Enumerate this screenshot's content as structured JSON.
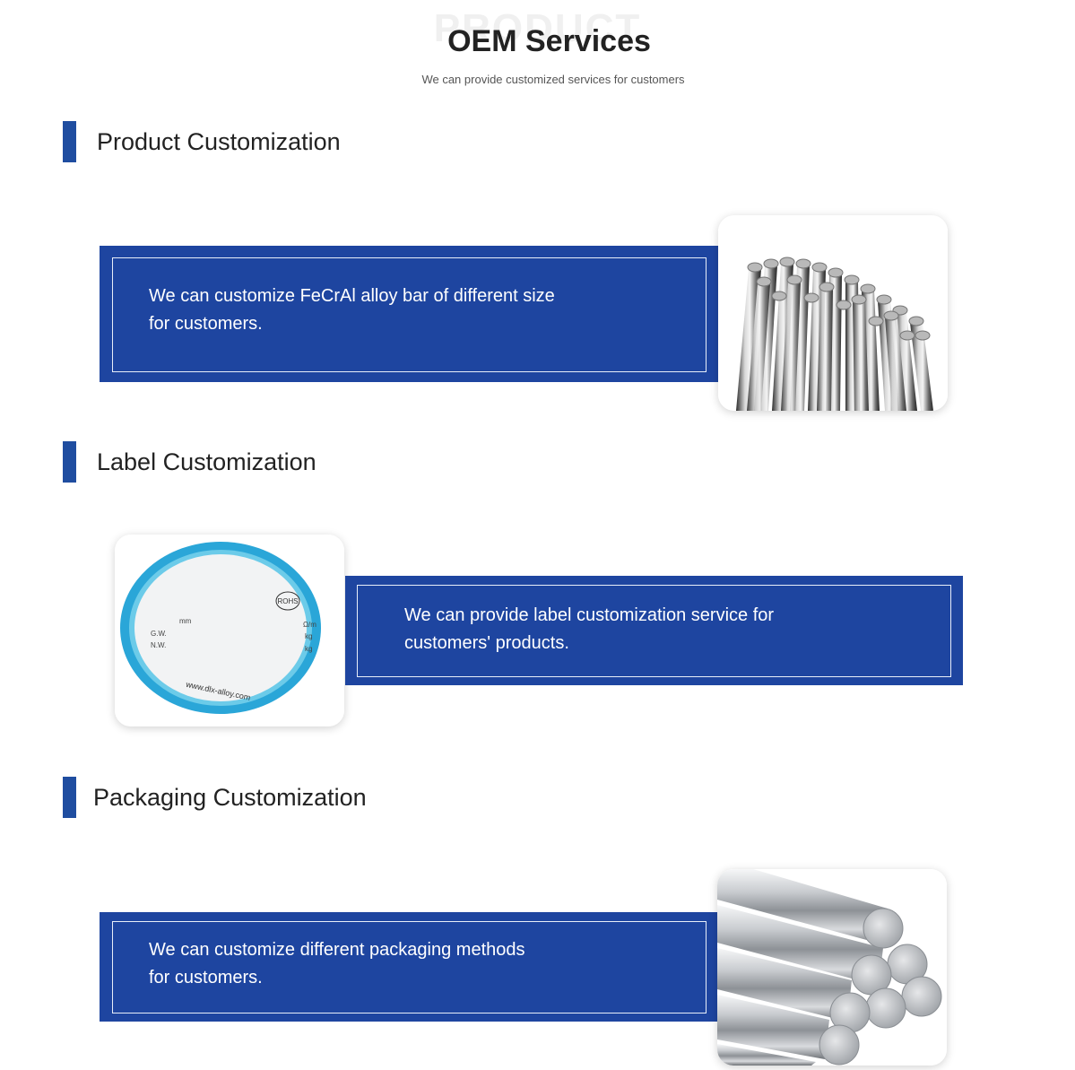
{
  "header": {
    "watermark": "PRODUCT",
    "title": "OEM Services",
    "subtitle": "We can provide customized services for customers"
  },
  "sections": [
    {
      "title": "Product Customization",
      "description_line1": "We can customize FeCrAl alloy bar of different size",
      "description_line2": "for customers.",
      "image_icon": "bundle-of-metal-bars-icon"
    },
    {
      "title": "Label Customization",
      "description_line1": "We can provide label customization service for",
      "description_line2": "customers' products.",
      "image_icon": "round-spool-label-icon",
      "label": {
        "badge": "ROHS",
        "mm": "mm",
        "gw": "G.W.",
        "nw": "N.W.",
        "ohm": "Ω/m",
        "kg1": "kg",
        "kg2": "kg",
        "website": "www.dlx-alloy.com"
      }
    },
    {
      "title": "Packaging Customization",
      "description_line1": "We can customize different packaging methods",
      "description_line2": "for customers.",
      "image_icon": "stacked-steel-rods-icon"
    }
  ],
  "colors": {
    "accent": "#1f4da0",
    "panel": "#1e45a0",
    "label_ring": "#2aa6d8"
  }
}
